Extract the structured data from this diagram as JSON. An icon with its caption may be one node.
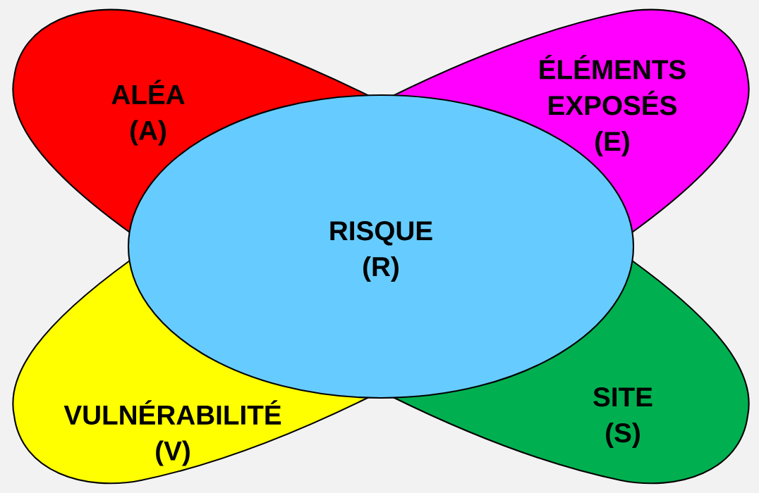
{
  "diagram": {
    "nodes": [
      {
        "text": [
          "ALÉA (A)"
        ]
      },
      {
        "text": [
          "ÉLÉMENTS EXPOSÉS (E)"
        ]
      },
      {
        "text": [
          "VULNÉRABILITÉ (V)"
        ]
      },
      {
        "text": [
          "SITE (S)"
        ]
      },
      {
        "text": [
          "RISQUE (R)"
        ]
      }
    ]
  }
}
